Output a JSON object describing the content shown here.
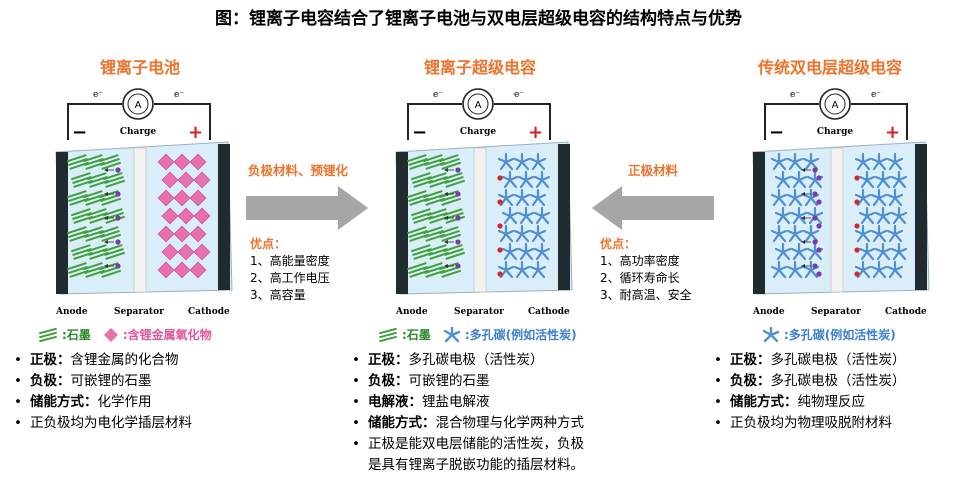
{
  "title": "图：锂离子电容结合了锂离子电池与双电层超级电容的结构特点与优势",
  "columns": [
    {
      "title": "锂离子电池"
    },
    {
      "title": "锂离子超级电容"
    },
    {
      "title": "传统双电层超级电容"
    }
  ],
  "cell_labels": {
    "charge": "Charge",
    "anode": "Anode",
    "separator": "Separator",
    "cathode": "Cathode",
    "electron": "e⁻",
    "ammeter": "A",
    "minus": "−",
    "plus": "+"
  },
  "arrows": [
    {
      "label": "负极材料、预锂化",
      "direction": "right",
      "adv_title": "优点：",
      "adv_items": [
        "1、高能量密度",
        "2、高工作电压",
        "3、高容量"
      ]
    },
    {
      "label": "正极材料",
      "direction": "left",
      "adv_title": "优点：",
      "adv_items": [
        "1、高功率密度",
        "2、循环寿命长",
        "3、耐高温、安全"
      ]
    }
  ],
  "legends": {
    "graphite": ":石墨",
    "lithium_oxide": ":含锂金属氧化物",
    "porous_carbon": ":多孔碳(例如活性炭)"
  },
  "bullets": [
    [
      {
        "bold": "正极：",
        "text": "含锂金属的化合物"
      },
      {
        "bold": "负极：",
        "text": "可嵌锂的石墨"
      },
      {
        "bold": "储能方式：",
        "text": "化学作用"
      },
      {
        "bold": "",
        "text": "正负极均为电化学插层材料"
      }
    ],
    [
      {
        "bold": "正极：",
        "text": "多孔碳电极（活性炭）"
      },
      {
        "bold": "负极：",
        "text": "可嵌锂的石墨"
      },
      {
        "bold": "电解液：",
        "text": "锂盐电解液"
      },
      {
        "bold": "储能方式：",
        "text": "混合物理与化学两种方式"
      },
      {
        "bold": "",
        "text": "正极是能双电层储能的活性炭，负极",
        "text2": "是具有锂离子脱嵌功能的插层材料。"
      }
    ],
    [
      {
        "bold": "正极：",
        "text": "多孔碳电极（活性炭）"
      },
      {
        "bold": "负极：",
        "text": "多孔碳电极（活性炭）"
      },
      {
        "bold": "储能方式：",
        "text": "纯物理反应"
      },
      {
        "bold": "",
        "text": "正负极均为物理吸脱附材料"
      }
    ]
  ],
  "colors": {
    "accent": "#f0712a",
    "graphite": "#3f9f3a",
    "oxide": "#e86fb0",
    "carbon": "#4f8fd6",
    "ion": "#7a3aa8",
    "anion": "#d62828",
    "arrow": "#a6a6a6"
  }
}
